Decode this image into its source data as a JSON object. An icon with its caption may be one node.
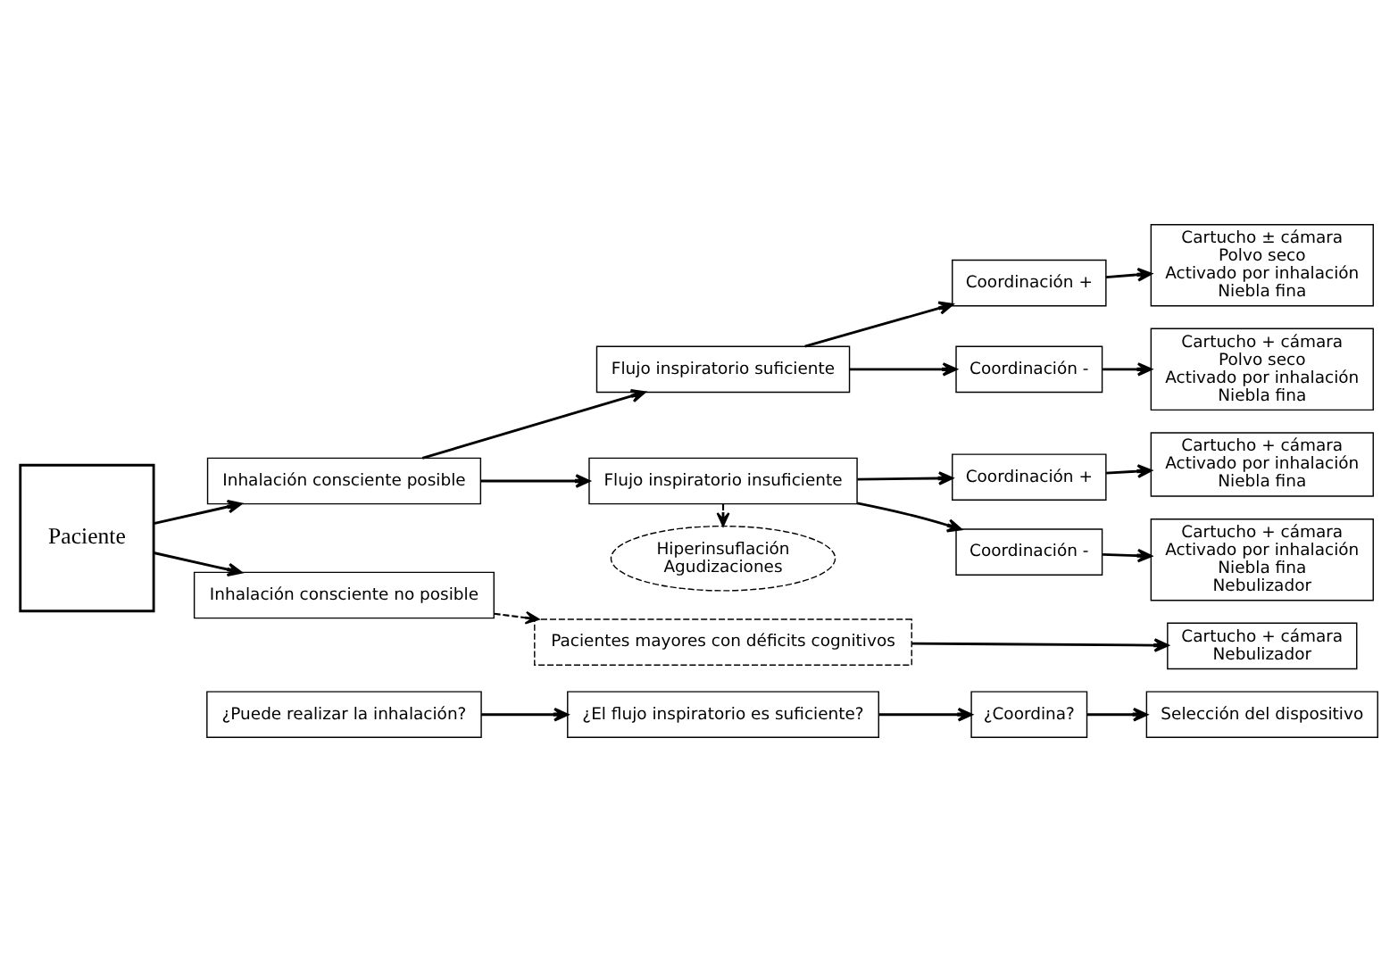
{
  "diagram": {
    "nodes": [
      {
        "text": [
          "¿Puede realizar la inhalación?"
        ]
      },
      {
        "text": [
          "¿El flujo inspiratorio es suficiente?"
        ]
      },
      {
        "text": [
          "¿Coordina?"
        ]
      },
      {
        "text": [
          "Selección del dispositivo"
        ]
      },
      {
        "text": [
          "Paciente"
        ]
      },
      {
        "text": [
          "Inhalación consciente posible"
        ]
      },
      {
        "text": [
          "Flujo inspiratorio suficiente"
        ]
      },
      {
        "text": [
          "Coordinación +"
        ]
      },
      {
        "text": [
          "Cartucho ± cámara",
          "Polvo seco",
          "Activado por inhalación",
          "Niebla fina"
        ]
      },
      {
        "text": [
          "Coordinación -"
        ]
      },
      {
        "text": [
          "Cartucho + cámara",
          "Polvo seco",
          "Activado por inhalación",
          "Niebla fina"
        ]
      },
      {
        "text": [
          "Hiperinsuflación",
          "Agudizaciones"
        ]
      },
      {
        "text": [
          "Coordinación +"
        ]
      },
      {
        "text": [
          "Cartucho + cámara",
          "Activado por inhalación",
          "Niebla fina"
        ]
      },
      {
        "text": [
          "Flujo inspiratorio insuficiente"
        ]
      },
      {
        "text": [
          "Coordinación -"
        ]
      },
      {
        "text": [
          "Cartucho + cámara",
          "Activado por inhalación",
          "Niebla fina",
          "Nebulizador"
        ]
      },
      {
        "text": [
          "Inhalación consciente no posible"
        ]
      },
      {
        "text": [
          "Pacientes mayores con déficits cognitivos"
        ]
      },
      {
        "text": [
          "Cartucho + cámara",
          "Nebulizador"
        ]
      }
    ],
    "edges": [
      {
        "from": 0,
        "to": 1,
        "arrow": "to"
      },
      {
        "from": 1,
        "to": 2,
        "arrow": "to"
      },
      {
        "from": 2,
        "to": 3,
        "arrow": "to"
      },
      {
        "from": 4,
        "to": 5,
        "arrow": "to"
      },
      {
        "from": 4,
        "to": 17,
        "arrow": "to"
      },
      {
        "from": 5,
        "to": 6,
        "arrow": "to"
      },
      {
        "from": 5,
        "to": 14,
        "arrow": "to"
      },
      {
        "from": 6,
        "to": 7,
        "arrow": "to"
      },
      {
        "from": 6,
        "to": 9,
        "arrow": "to"
      },
      {
        "from": 7,
        "to": 8,
        "arrow": "to"
      },
      {
        "from": 9,
        "to": 10,
        "arrow": "to"
      },
      {
        "from": 14,
        "to": 11,
        "arrow": "to",
        "style": "dashed"
      },
      {
        "from": 14,
        "to": 12,
        "arrow": "to"
      },
      {
        "from": 14,
        "to": 15,
        "arrow": "to"
      },
      {
        "from": 12,
        "to": 13,
        "arrow": "to"
      },
      {
        "from": 15,
        "to": 16,
        "arrow": "to"
      },
      {
        "from": 17,
        "to": 18,
        "arrow": "to",
        "style": "dashed"
      },
      {
        "from": 18,
        "to": 19,
        "arrow": "to"
      }
    ]
  }
}
